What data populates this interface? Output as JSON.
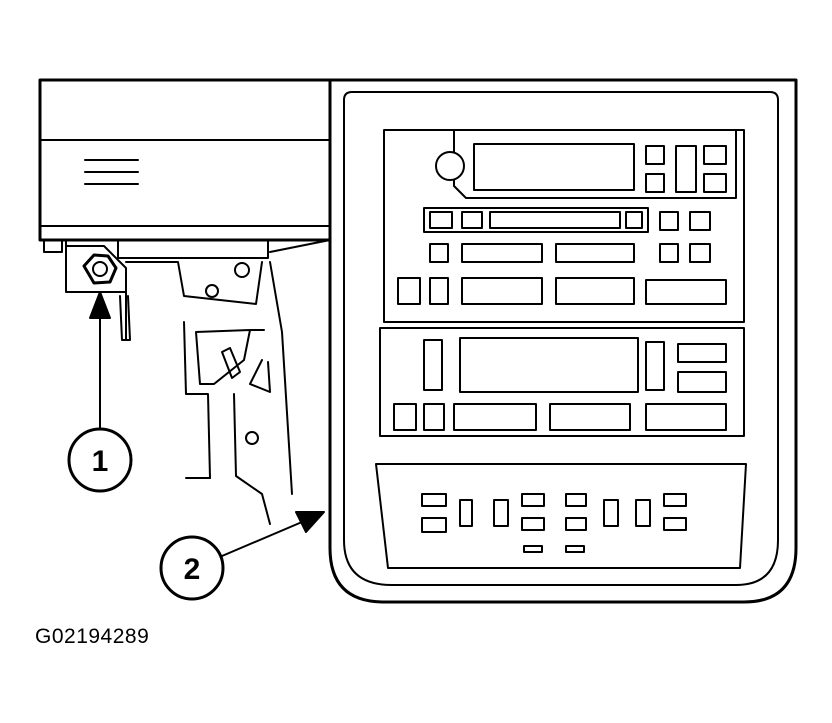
{
  "figure": {
    "code": "G02194289",
    "callouts": [
      {
        "number": "1",
        "target": "retaining-nut"
      },
      {
        "number": "2",
        "target": "center-trim-panel"
      }
    ],
    "ink_color": "#000000",
    "paper_color": "#ffffff"
  }
}
